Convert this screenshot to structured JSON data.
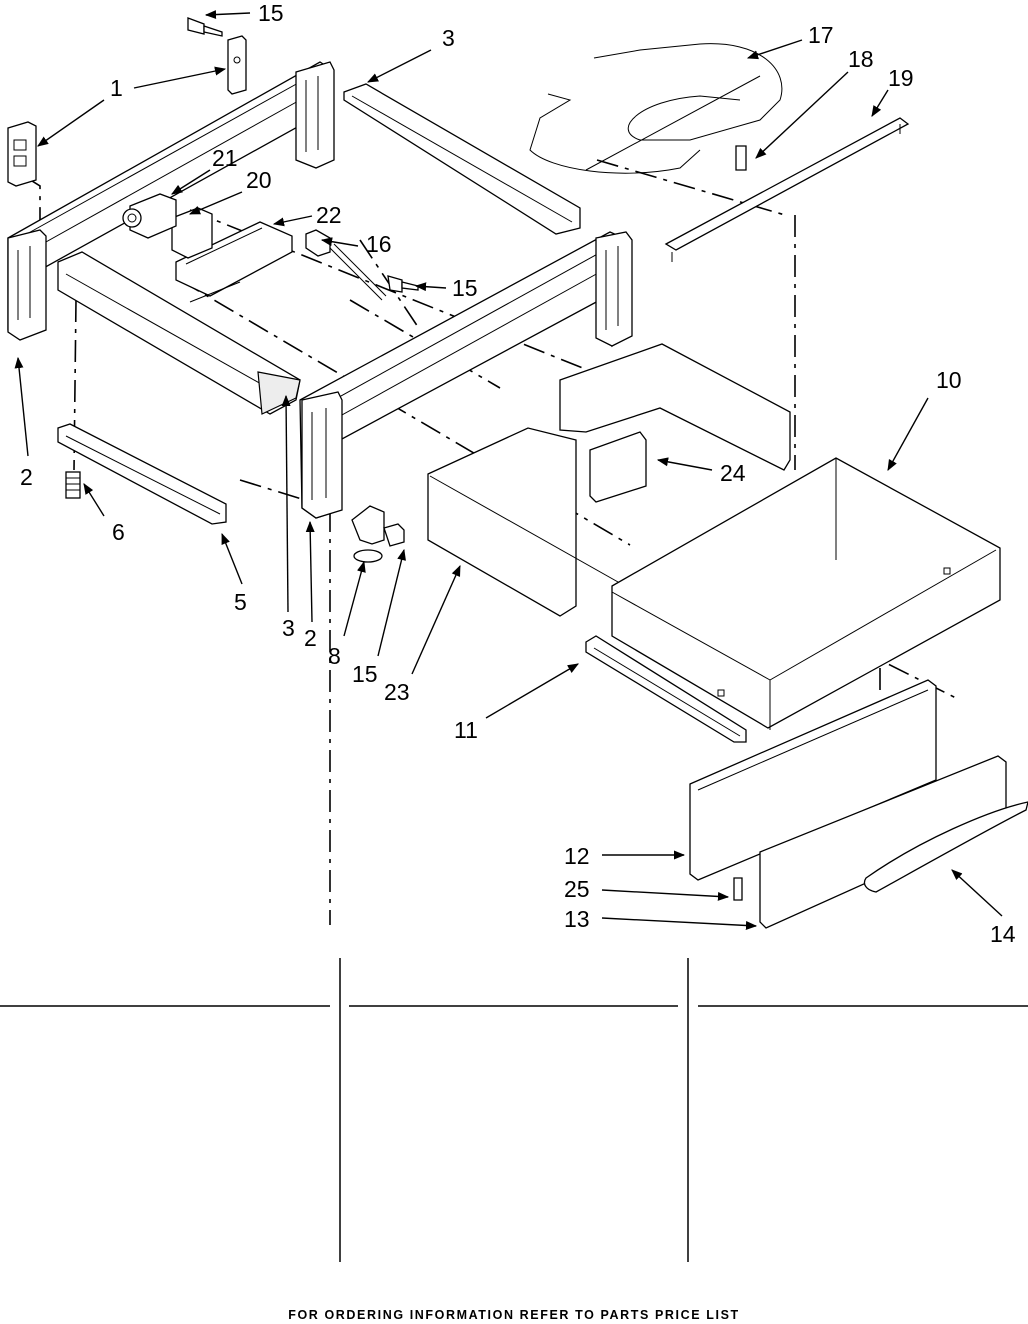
{
  "callouts": [
    {
      "id": "c1",
      "label": "15"
    },
    {
      "id": "c2",
      "label": "1"
    },
    {
      "id": "c3",
      "label": "3"
    },
    {
      "id": "c4",
      "label": "17"
    },
    {
      "id": "c5",
      "label": "18"
    },
    {
      "id": "c6",
      "label": "19"
    },
    {
      "id": "c7",
      "label": "21"
    },
    {
      "id": "c8",
      "label": "20"
    },
    {
      "id": "c9",
      "label": "22"
    },
    {
      "id": "c10",
      "label": "16"
    },
    {
      "id": "c11",
      "label": "15"
    },
    {
      "id": "c12",
      "label": "10"
    },
    {
      "id": "c13",
      "label": "24"
    },
    {
      "id": "c14",
      "label": "2"
    },
    {
      "id": "c15",
      "label": "6"
    },
    {
      "id": "c16",
      "label": "5"
    },
    {
      "id": "c17",
      "label": "3"
    },
    {
      "id": "c18",
      "label": "2"
    },
    {
      "id": "c19",
      "label": "8"
    },
    {
      "id": "c20",
      "label": "15"
    },
    {
      "id": "c21",
      "label": "23"
    },
    {
      "id": "c22",
      "label": "11"
    },
    {
      "id": "c23",
      "label": "12"
    },
    {
      "id": "c24",
      "label": "25"
    },
    {
      "id": "c25",
      "label": "13"
    },
    {
      "id": "c26",
      "label": "14"
    }
  ],
  "footer": {
    "text": "FOR ORDERING INFORMATION REFER TO PARTS PRICE LIST"
  }
}
